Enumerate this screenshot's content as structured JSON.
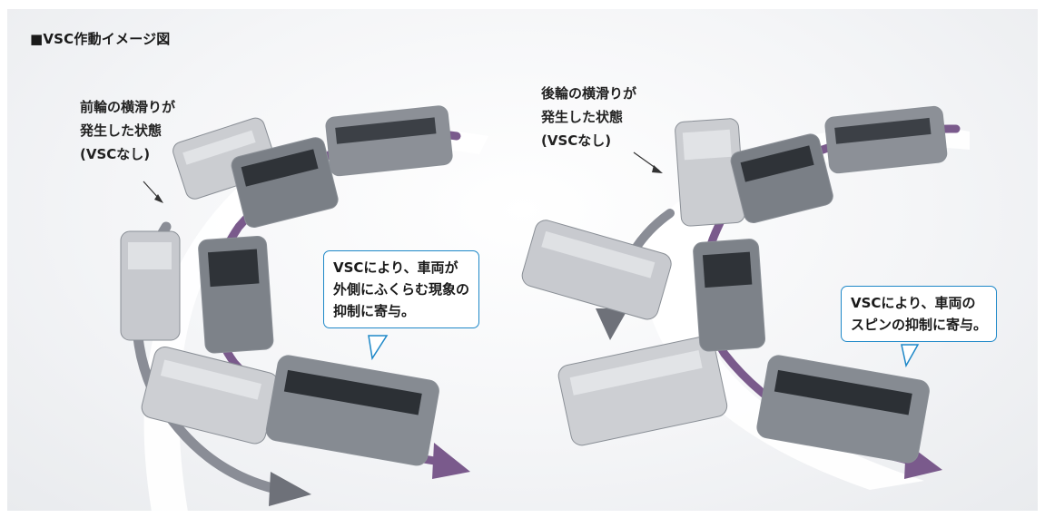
{
  "title": "■VSC作動イメージ図",
  "left": {
    "label_lines": [
      "前輪の横滑りが",
      "発生した状態",
      "(VSCなし)"
    ],
    "bubble_lines": [
      "VSCにより、車両が",
      "外側にふくらむ現象の",
      "抑制に寄与。"
    ]
  },
  "right": {
    "label_lines": [
      "後輪の横滑りが",
      "発生した状態",
      "(VSCなし)"
    ],
    "bubble_lines": [
      "VSCにより、車両の",
      "スピンの抑制に寄与。"
    ]
  },
  "colors": {
    "bubble_border": "#1e88c8",
    "vsc_path": "#7a5a8c",
    "no_vsc_path": "#8a8d96",
    "bus_dark": "#6f747c",
    "bus_ghost": "#c9cbd0"
  }
}
